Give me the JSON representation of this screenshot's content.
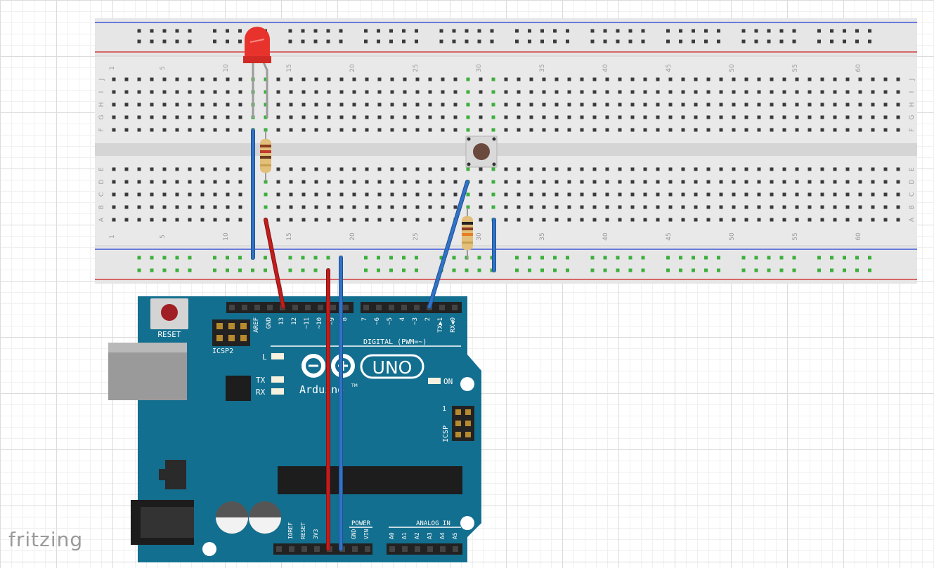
{
  "watermark": "fritzing",
  "breadboard": {
    "top_numbers": [
      "1",
      "5",
      "10",
      "15",
      "20",
      "25",
      "30",
      "35",
      "40",
      "45",
      "50",
      "55",
      "60"
    ],
    "bottom_numbers": [
      "1",
      "5",
      "10",
      "15",
      "20",
      "25",
      "30",
      "35",
      "40",
      "45",
      "50",
      "55",
      "60"
    ],
    "row_letters_top": [
      "J",
      "I",
      "H",
      "G",
      "F"
    ],
    "row_letters_bottom": [
      "E",
      "D",
      "C",
      "B",
      "A"
    ]
  },
  "arduino": {
    "reset_label": "RESET",
    "icsp2_label": "ICSP2",
    "icsp_label": "ICSP",
    "icsp_one": "1",
    "l_label": "L",
    "tx_label": "TX",
    "rx_label": "RX",
    "on_label": "ON",
    "digital_label": "DIGITAL (PWM=~)",
    "brand": "Arduino",
    "tm": "TM",
    "model": "UNO",
    "power_label": "POWER",
    "analog_label": "ANALOG IN",
    "digital_pins_left": [
      "AREF",
      "GND",
      "13",
      "12",
      "~11",
      "~10",
      "~9",
      "8"
    ],
    "digital_pins_right": [
      "7",
      "~6",
      "~5",
      "4",
      "~3",
      "2",
      "TX▶1",
      "RX◀0"
    ],
    "power_pins": [
      "IOREF",
      "RESET",
      "3V3",
      "5V",
      "GND",
      "GND",
      "VIN"
    ],
    "analog_pins": [
      "A0",
      "A1",
      "A2",
      "A3",
      "A4",
      "A5"
    ]
  },
  "colors": {
    "board": "#136f8f",
    "board_dark": "#0e5a76",
    "breadboard": "#e6e6e6",
    "wire_red": "#c21d1d",
    "wire_blue": "#3173c6",
    "led": "#e8332d",
    "rail_red": "#d23b3b",
    "rail_blue": "#3f56d8"
  }
}
